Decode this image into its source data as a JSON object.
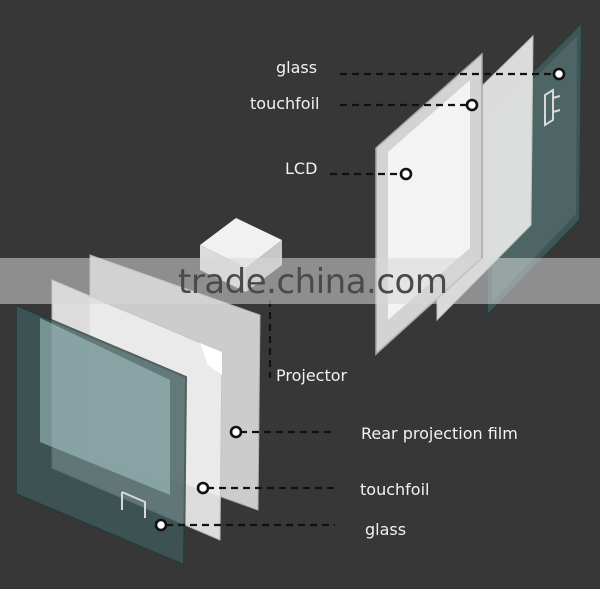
{
  "labels": {
    "top_glass": "glass",
    "top_touchfoil": "touchfoil",
    "lcd": "LCD",
    "projector": "Projector",
    "rear_projection_film": "Rear projection film",
    "bottom_touchfoil": "touchfoil",
    "bottom_glass": "glass"
  },
  "watermark": {
    "text": "trade.china.com"
  },
  "colors": {
    "background": "#373737",
    "label_text": "#f2f2f2",
    "glass_tint": "#3f5a5a",
    "foil_white": "#e6e6e6",
    "dashed_line": "#111111"
  }
}
